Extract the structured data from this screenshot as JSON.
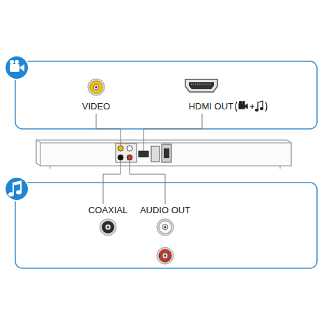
{
  "diagram": {
    "labels": [
      "VIDEO",
      "HDMI OUT",
      "COAXIAL",
      "AUDIO OUT"
    ]
  }
}
